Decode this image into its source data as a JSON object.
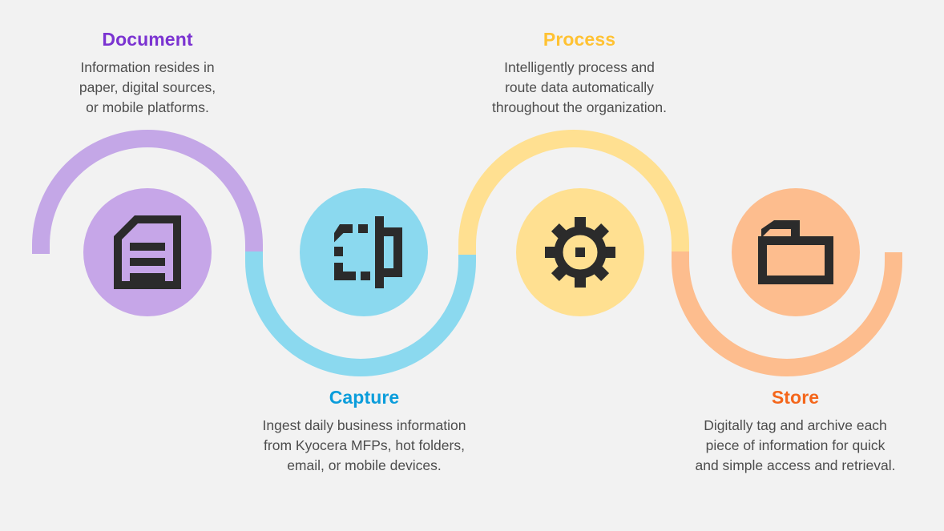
{
  "page": {
    "background_color": "#f2f2f2",
    "body_text_color": "#4d4d4d",
    "icon_color": "#2b2b2b"
  },
  "steps": [
    {
      "key": "document",
      "title": "Document",
      "description": "Information resides in paper, digital sources, or mobile platforms.",
      "description_lines": [
        "Information resides in",
        "paper, digital sources,",
        "or mobile platforms."
      ],
      "title_color": "#7b33d1",
      "circle_color": "#c6a6e8",
      "ribbon_color": "#c4a7e7",
      "icon": "document-icon",
      "label_position": "above"
    },
    {
      "key": "capture",
      "title": "Capture",
      "description": "Ingest daily business information from Kyocera MFPs, hot folders, email, or mobile devices.",
      "description_lines": [
        "Ingest daily business information",
        "from Kyocera MFPs, hot folders,",
        "email, or mobile devices."
      ],
      "title_color": "#0b9ddb",
      "circle_color": "#8bd9ef",
      "ribbon_color": "#8bd9ef",
      "icon": "scan-documents-icon",
      "label_position": "below"
    },
    {
      "key": "process",
      "title": "Process",
      "description": "Intelligently process and route data automatically throughout the organization.",
      "description_lines": [
        "Intelligently process and",
        "route data automatically",
        "throughout the organization."
      ],
      "title_color": "#ffc233",
      "circle_color": "#ffe091",
      "ribbon_color": "#ffe091",
      "icon": "gear-icon",
      "label_position": "above"
    },
    {
      "key": "store",
      "title": "Store",
      "description": "Digitally tag and archive each piece of information for quick and simple access and retrieval.",
      "description_lines": [
        "Digitally tag and archive each",
        "piece of information for quick",
        "and simple access and retrieval."
      ],
      "title_color": "#f4661b",
      "circle_color": "#fdbd8e",
      "ribbon_color": "#fdbd8e",
      "icon": "folder-icon",
      "label_position": "below"
    }
  ]
}
